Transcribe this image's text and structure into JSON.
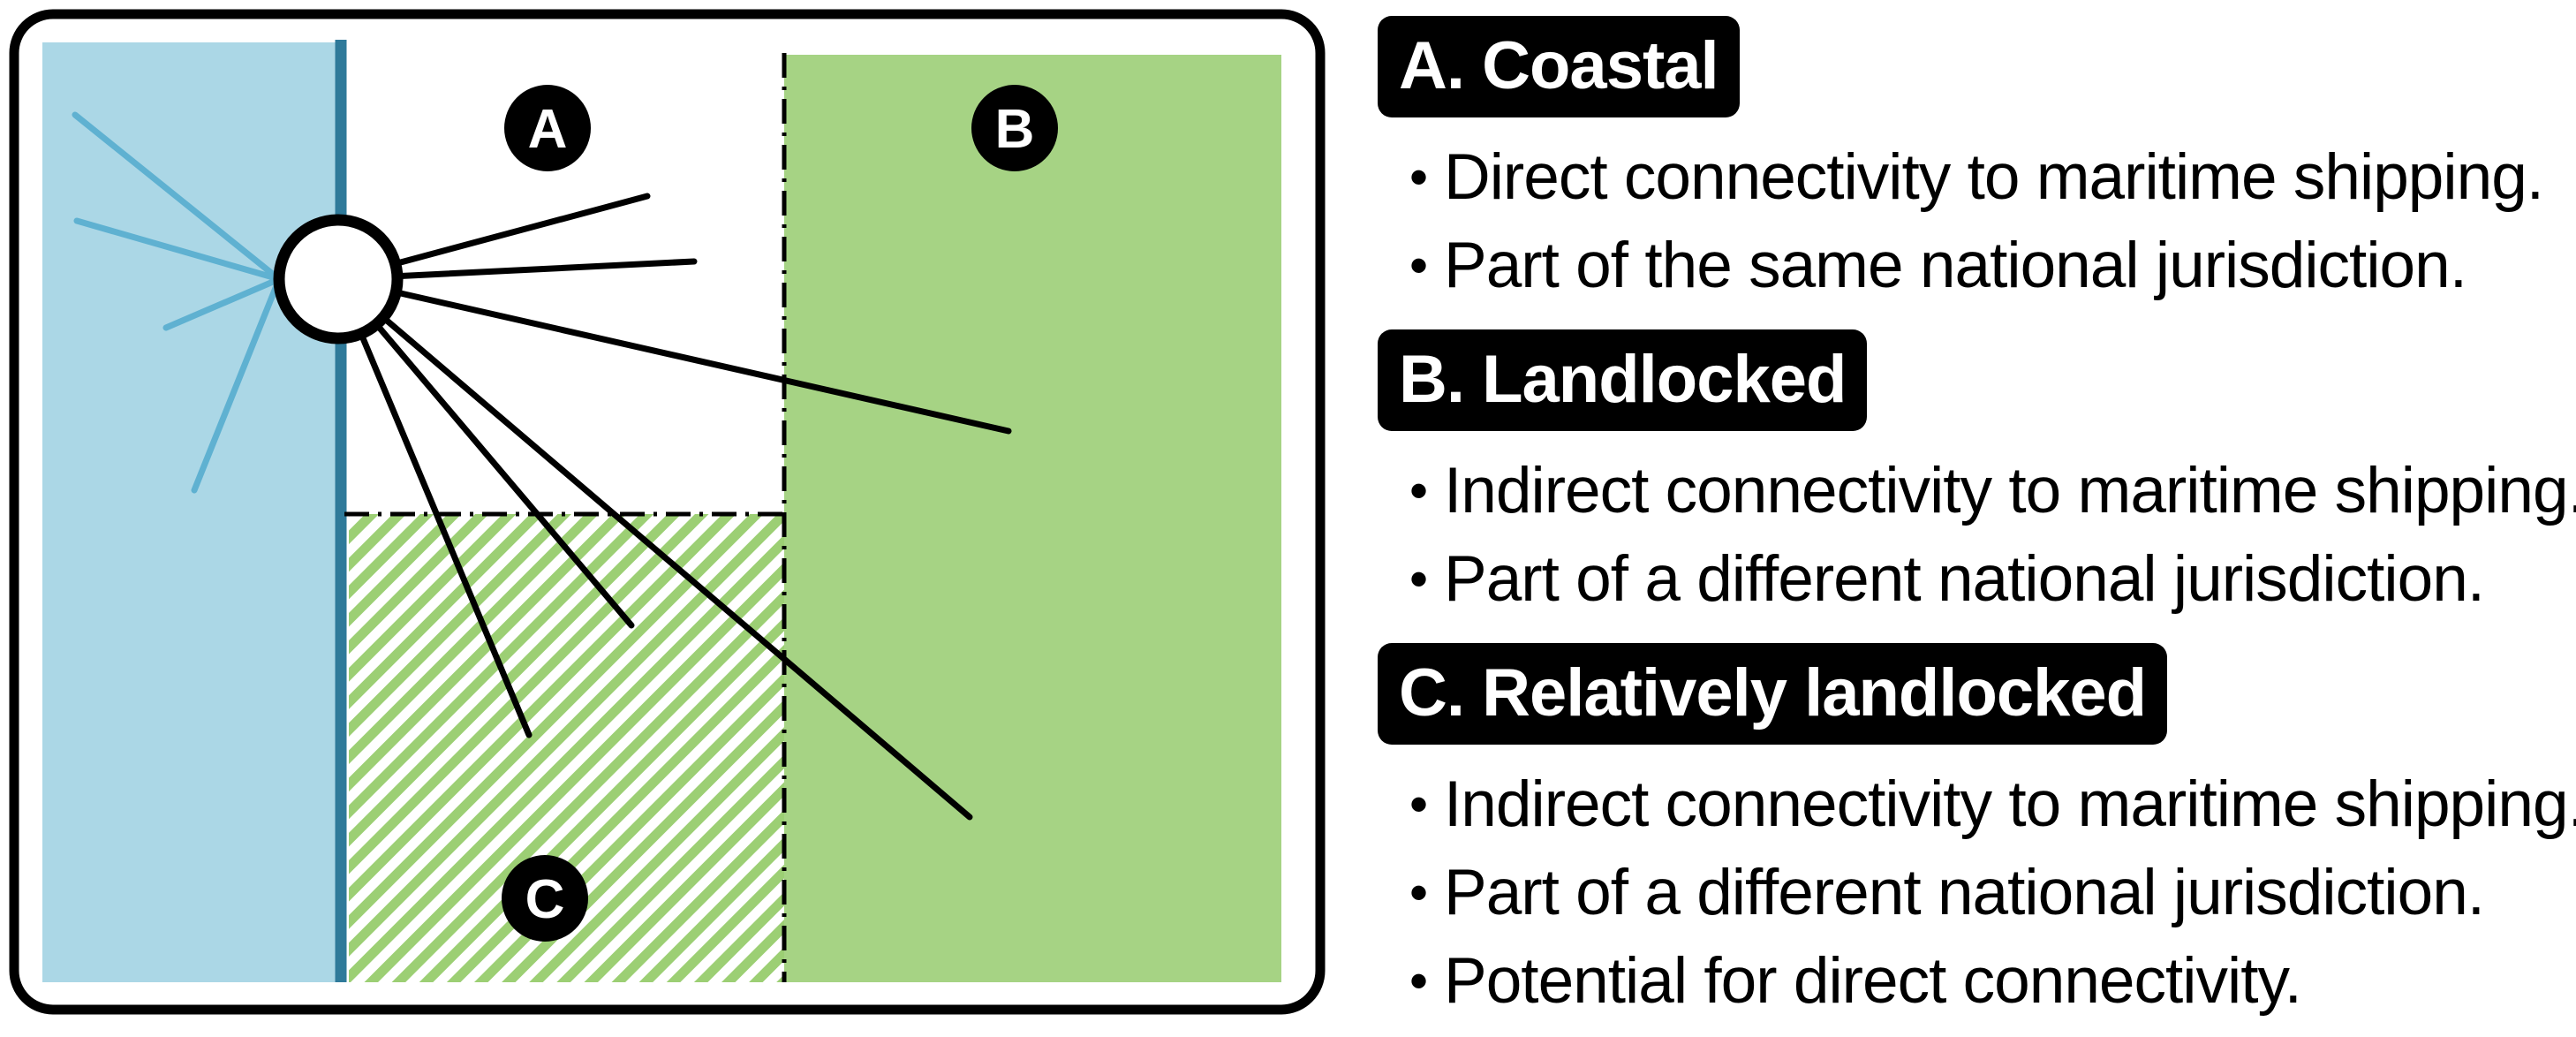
{
  "diagram": {
    "markers": [
      {
        "id": "marker-a",
        "letter": "A"
      },
      {
        "id": "marker-b",
        "letter": "B"
      },
      {
        "id": "marker-c",
        "letter": "C"
      }
    ],
    "colors": {
      "sea": "#abd7e6",
      "coastline": "#2f7a9a",
      "sea_lines": "#5fb1d1",
      "landlocked_green": "#a6d384",
      "hatch_green": "#9ccf74",
      "border": "#000000"
    }
  },
  "legend": {
    "sections": [
      {
        "heading": "A. Coastal",
        "items": [
          "Direct connectivity to maritime shipping.",
          "Part of the same national jurisdiction."
        ]
      },
      {
        "heading": "B. Landlocked",
        "items": [
          "Indirect connectivity to maritime shipping.",
          "Part of a different national jurisdiction."
        ]
      },
      {
        "heading": "C. Relatively landlocked",
        "items": [
          "Indirect connectivity to maritime shipping.",
          "Part of a different national jurisdiction.",
          "Potential for direct connectivity."
        ]
      }
    ],
    "bullet": "•"
  }
}
